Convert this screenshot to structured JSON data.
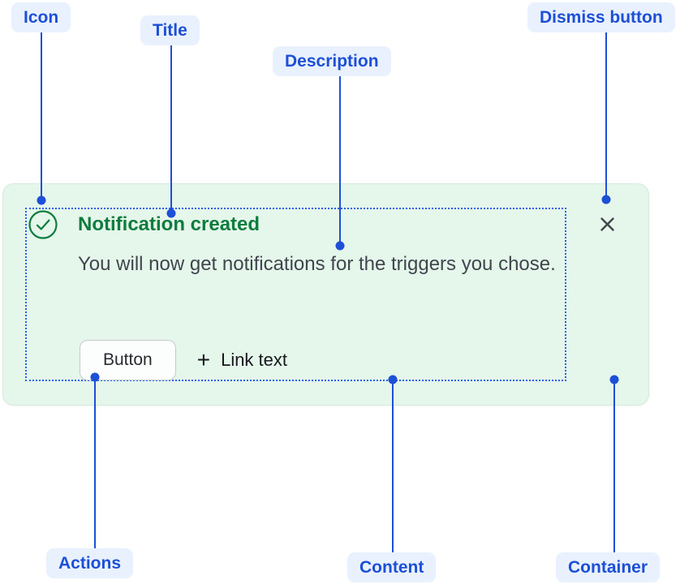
{
  "annotations": {
    "icon": {
      "label": "Icon"
    },
    "title": {
      "label": "Title"
    },
    "description": {
      "label": "Description"
    },
    "dismiss": {
      "label": "Dismiss button"
    },
    "actions": {
      "label": "Actions"
    },
    "content": {
      "label": "Content"
    },
    "container": {
      "label": "Container"
    }
  },
  "notification": {
    "title": "Notification created",
    "description": "You will now get notifications for the triggers you chose.",
    "actions": {
      "button_label": "Button",
      "link_plus": "+",
      "link_label": "Link text"
    }
  },
  "colors": {
    "annotation_text": "#1d4fd7",
    "annotation_background": "#e9f1fe",
    "connector": "#1d4fd7",
    "card_background": "#e5f6eb",
    "card_border": "#d3ecde",
    "success_green": "#0e7c3e",
    "body_text": "#40464d",
    "content_outline": "#2563eb"
  }
}
